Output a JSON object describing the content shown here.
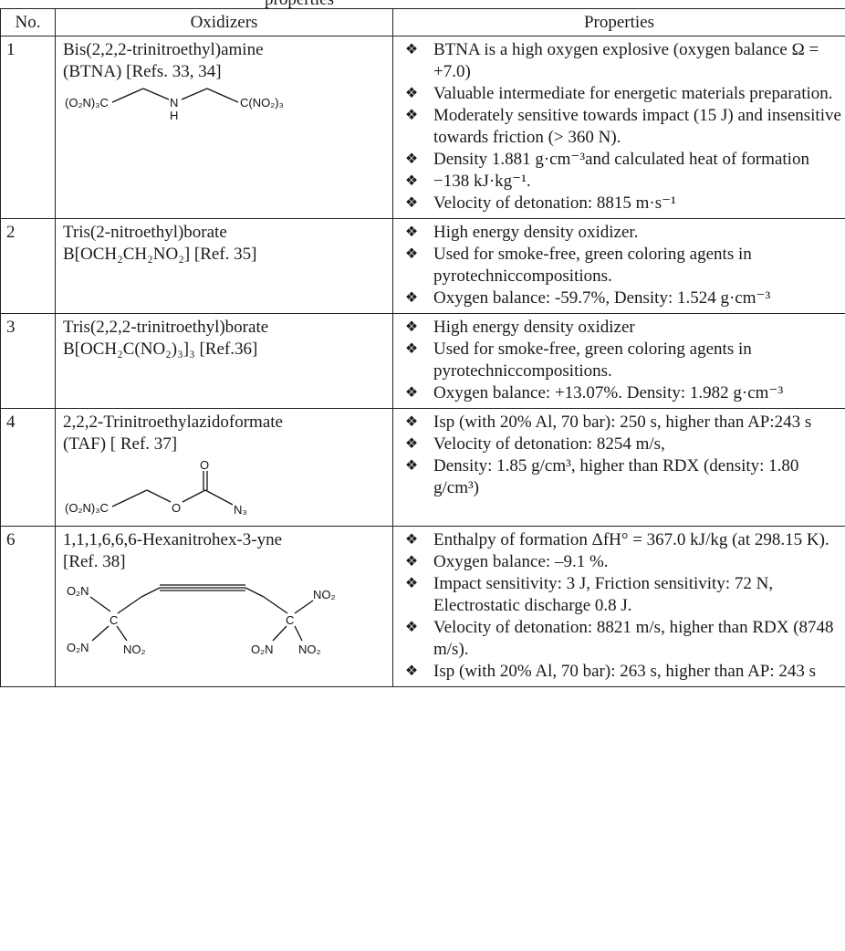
{
  "top_fragment": "properties",
  "table": {
    "headers": {
      "no": "No.",
      "oxidizers": "Oxidizers",
      "properties": "Properties"
    },
    "bullet_icon": "four-petal-diamond-bullet",
    "rows": [
      {
        "no": "1",
        "name_lines": [
          "Bis(2,2,2-trinitroethyl)amine",
          "(BTNA) [Refs. 33, 34]"
        ],
        "structure": {
          "left_group": "(O₂N)₃C",
          "center_atom": "N",
          "center_h": "H",
          "right_group": "C(NO₂)₃"
        },
        "properties": [
          "BTNA is a high oxygen explosive (oxygen balance Ω = +7.0)",
          "Valuable intermediate for energetic materials preparation.",
          "Moderately sensitive towards impact (15 J) and insensitive towards friction (> 360 N).",
          "Density 1.881 g·cm⁻³and calculated heat of formation",
          "−138 kJ·kg⁻¹.",
          "Velocity of detonation: 8815 m·s⁻¹"
        ]
      },
      {
        "no": "2",
        "name_lines": [
          "Tris(2-nitroethyl)borate",
          "B[OCH₂CH₂NO₂]  [Ref. 35]"
        ],
        "properties": [
          "High energy density oxidizer.",
          "Used for  smoke-free, green coloring agents in pyrotechniccompositions.",
          "Oxygen balance: -59.7%, Density: 1.524 g·cm⁻³"
        ]
      },
      {
        "no": "3",
        "name_lines": [
          "Tris(2,2,2-trinitroethyl)borate",
          "B[OCH₂C(NO₂)₃]₃  [Ref.36]"
        ],
        "properties": [
          "High energy density oxidizer",
          "Used for  smoke-free, green coloring agents in pyrotechniccompositions.",
          "Oxygen balance: +13.07%. Density: 1.982 g·cm⁻³"
        ]
      },
      {
        "no": "4",
        "name_lines": [
          "2,2,2-Trinitroethylazidoformate",
          "(TAF)  [ Ref. 37]"
        ],
        "structure": {
          "left_group": "(O₂N)₃C",
          "ester_o": "O",
          "carbonyl_o": "O",
          "azide": "N₃"
        },
        "properties": [
          "Isp (with 20% Al, 70 bar): 250 s, higher than AP:243 s",
          "Velocity of detonation: 8254 m/s,",
          "Density: 1.85 g/cm³, higher than RDX (density: 1.80 g/cm³)"
        ]
      },
      {
        "no": "6",
        "name_lines": [
          "1,1,1,6,6,6-Hexanitrohex-3-yne",
          "[Ref. 38]"
        ],
        "structure": {
          "o2n": "O₂N",
          "no2": "NO₂",
          "c": "C"
        },
        "properties": [
          "Enthalpy of formation ΔfH° = 367.0 kJ/kg (at 298.15 K).",
          "Oxygen balance: –9.1 %.",
          "Impact sensitivity:  3 J, Friction sensitivity: 72 N, Electrostatic discharge 0.8 J.",
          "Velocity of detonation: 8821 m/s, higher than RDX (8748 m/s).",
          "Isp (with 20% Al, 70 bar): 263 s, higher than AP: 243 s"
        ]
      }
    ]
  }
}
